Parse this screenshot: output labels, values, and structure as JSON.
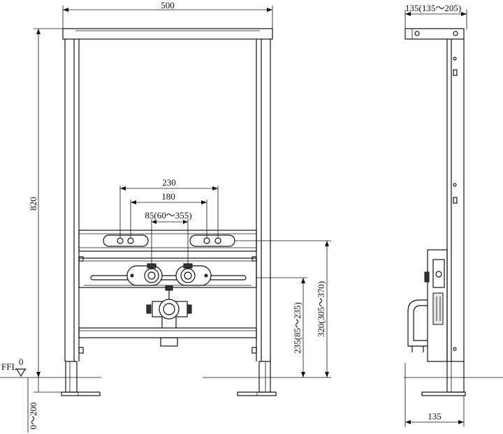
{
  "front_view": {
    "dim_width": "500",
    "dim_height": "820",
    "dim_230": "230",
    "dim_180": "180",
    "dim_85": "85(60～355)",
    "dim_235": "235(85～235)",
    "dim_320": "320(305～370)",
    "ffl_label": "FFL",
    "ffl_zero": "0",
    "floor_range": "0～200"
  },
  "side_view": {
    "dim_top": "135(135～205)",
    "dim_bottom": "135"
  }
}
